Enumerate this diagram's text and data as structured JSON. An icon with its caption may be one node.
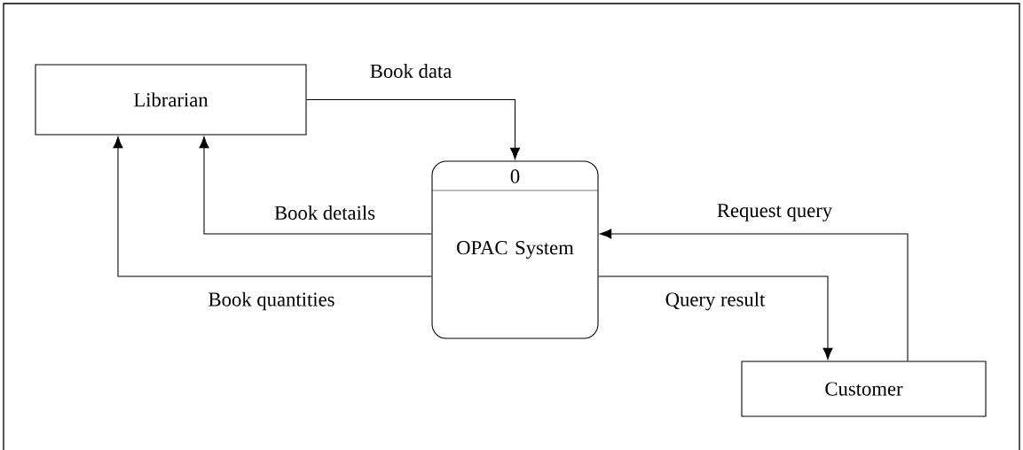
{
  "diagram": {
    "nodes": [
      {
        "text": [
          "Librarian"
        ]
      },
      {
        "text": [
          "0",
          "OPAC System"
        ]
      },
      {
        "text": [
          "Customer"
        ]
      }
    ],
    "edges": [
      {
        "from": 0,
        "to": 1,
        "arrow": "to",
        "label": "Book data"
      },
      {
        "from": 1,
        "to": 0,
        "arrow": "to",
        "label": "Book details"
      },
      {
        "from": 1,
        "to": 0,
        "arrow": "to",
        "label": "Book quantities"
      },
      {
        "from": 2,
        "to": 1,
        "arrow": "to",
        "label": "Request query"
      },
      {
        "from": 1,
        "to": 2,
        "arrow": "to",
        "label": "Query result"
      }
    ]
  }
}
